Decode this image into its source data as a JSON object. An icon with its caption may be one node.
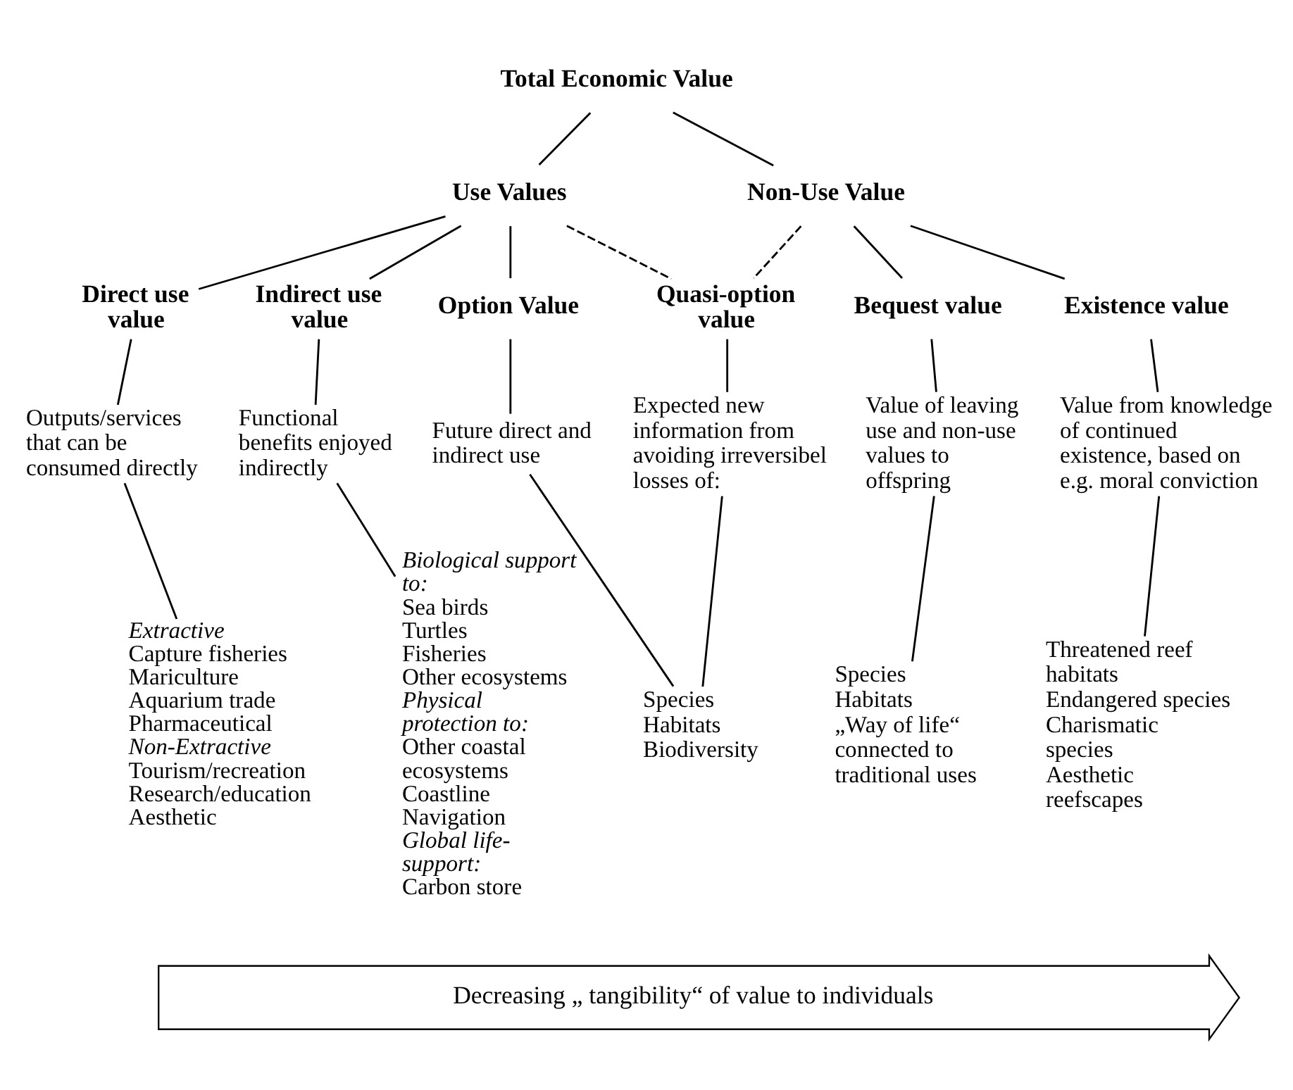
{
  "diagram": {
    "nodes": [
      {
        "text": [
          "Total Economic Value"
        ]
      },
      {
        "text": [
          "Use Values"
        ]
      },
      {
        "text": [
          "Non-Use Value"
        ]
      },
      {
        "text": [
          "Direct use value"
        ]
      },
      {
        "text": [
          "Indirect use value"
        ]
      },
      {
        "text": [
          "Option Value"
        ]
      },
      {
        "text": [
          "Quasi-option value"
        ]
      },
      {
        "text": [
          "Bequest value"
        ]
      },
      {
        "text": [
          "Existence value"
        ]
      },
      {
        "text": [
          "Outputs/services that can be consumed directly"
        ]
      },
      {
        "text": [
          "Functional benefits enjoyed indirectly"
        ]
      },
      {
        "text": [
          "Future direct and indirect use"
        ]
      },
      {
        "text": [
          "Expected new information from avoiding irreversibel losses of:"
        ]
      },
      {
        "text": [
          "Value of leaving use and non-use values to offspring"
        ]
      },
      {
        "text": [
          "Value from knowledge of continued existence, based on e.g. moral conviction"
        ]
      },
      {
        "text": [
          "Extractive",
          "Capture fisheries",
          "Mariculture",
          "Aquarium trade",
          "Pharmaceutical",
          "Non-Extractive",
          "Tourism/recreation",
          "Research/education",
          "Aesthetic"
        ]
      },
      {
        "text": [
          "Biological support to:",
          "Sea birds",
          "Turtles",
          "Fisheries",
          "Other ecosystems",
          "Physical protection to:",
          "Other coastal ecosystems",
          "Coastline",
          "Navigation",
          "Global life-support:",
          "Carbon store"
        ]
      },
      {
        "text": [
          "Species",
          "Habitats",
          "Biodiversity"
        ]
      },
      {
        "text": [
          "Species",
          "Habitats",
          "„Way of life“ connected to traditional uses"
        ]
      },
      {
        "text": [
          "Threatened reef habitats",
          "Endangered species",
          "Charismatic species",
          "Aesthetic reefscapes"
        ]
      },
      {
        "text": [
          "Decreasing „ tangibility“ of value to individuals"
        ]
      }
    ],
    "edges": [
      {
        "from": 0,
        "to": 1,
        "arrow": "none"
      },
      {
        "from": 0,
        "to": 2,
        "arrow": "none"
      },
      {
        "from": 1,
        "to": 3,
        "arrow": "none"
      },
      {
        "from": 1,
        "to": 4,
        "arrow": "none"
      },
      {
        "from": 1,
        "to": 5,
        "arrow": "none"
      },
      {
        "from": 1,
        "to": 6,
        "arrow": "none",
        "style": "dashed"
      },
      {
        "from": 2,
        "to": 6,
        "arrow": "none",
        "style": "dashed"
      },
      {
        "from": 2,
        "to": 7,
        "arrow": "none"
      },
      {
        "from": 2,
        "to": 8,
        "arrow": "none"
      },
      {
        "from": 3,
        "to": 9,
        "arrow": "none"
      },
      {
        "from": 4,
        "to": 10,
        "arrow": "none"
      },
      {
        "from": 5,
        "to": 11,
        "arrow": "none"
      },
      {
        "from": 6,
        "to": 12,
        "arrow": "none"
      },
      {
        "from": 7,
        "to": 13,
        "arrow": "none"
      },
      {
        "from": 8,
        "to": 14,
        "arrow": "none"
      },
      {
        "from": 9,
        "to": 15,
        "arrow": "none"
      },
      {
        "from": 10,
        "to": 16,
        "arrow": "none"
      },
      {
        "from": 11,
        "to": 17,
        "arrow": "none"
      },
      {
        "from": 12,
        "to": 17,
        "arrow": "none"
      },
      {
        "from": 13,
        "to": 18,
        "arrow": "none"
      },
      {
        "from": 14,
        "to": 19,
        "arrow": "none"
      }
    ]
  }
}
